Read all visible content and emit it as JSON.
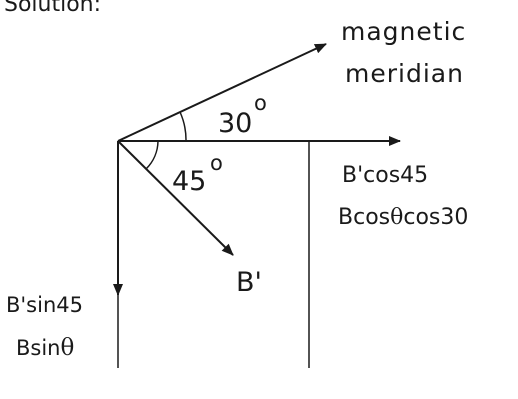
{
  "heading": "Solution:",
  "labels": {
    "magnetic": "magnetic",
    "meridian": "meridian",
    "angle_30": "30",
    "angle_45": "45",
    "degree": "o",
    "b_prime": "B'",
    "b_prime_cos45": "B'cos45",
    "b_cos_theta_prefix": "Bcos",
    "theta": "θ",
    "b_cos_theta_suffix": "cos30",
    "b_prime_sin45": "B'sin45",
    "b_sin_prefix": "Bsin"
  },
  "colors": {
    "ink": "#1a1a1a"
  }
}
